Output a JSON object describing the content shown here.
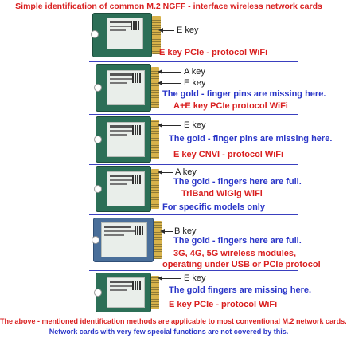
{
  "header": {
    "title": "Simple identification of common M.2 NGFF - interface wireless network cards"
  },
  "cards": [
    {
      "keys": [
        "E key"
      ],
      "lines": [
        {
          "text": "E key PCIe - protocol WiFi",
          "color": "red"
        }
      ]
    },
    {
      "keys": [
        "A key",
        "E key"
      ],
      "lines": [
        {
          "text": "The gold - finger pins are missing here.",
          "color": "blue"
        },
        {
          "text": "A+E key PCIe protocol WiFi",
          "color": "red"
        }
      ]
    },
    {
      "keys": [
        "E key"
      ],
      "lines": [
        {
          "text": "The gold - finger pins are missing here.",
          "color": "blue"
        },
        {
          "text": "E key CNVI - protocol WiFi",
          "color": "red"
        }
      ]
    },
    {
      "keys": [
        "A key"
      ],
      "lines": [
        {
          "text": "The gold - fingers here are full.",
          "color": "blue"
        },
        {
          "text": "TriBand WiGig WiFi",
          "color": "red"
        },
        {
          "text": "For specific models only",
          "color": "blue"
        }
      ]
    },
    {
      "keys": [
        "B key"
      ],
      "lines": [
        {
          "text": "The gold - fingers here are full.",
          "color": "blue"
        },
        {
          "text": "3G, 4G, 5G wireless modules,",
          "color": "red"
        },
        {
          "text": "operating under USB or PCIe protocol",
          "color": "red"
        }
      ]
    },
    {
      "keys": [
        "E key"
      ],
      "lines": [
        {
          "text": "The gold fingers are missing here.",
          "color": "blue"
        },
        {
          "text": "E key PCIe - protocol WiFi",
          "color": "red"
        }
      ]
    }
  ],
  "footer": {
    "line1": "The above - mentioned identification methods are applicable to most conventional M.2 network cards.",
    "line2": "Network cards with very few special functions are not covered by this."
  },
  "colors": {
    "red": "#d92020",
    "blue": "#2a36c8",
    "pcb_green": "#2c6f57",
    "pcb_blue": "#4a6f9a",
    "gold": "#d7b24a"
  }
}
